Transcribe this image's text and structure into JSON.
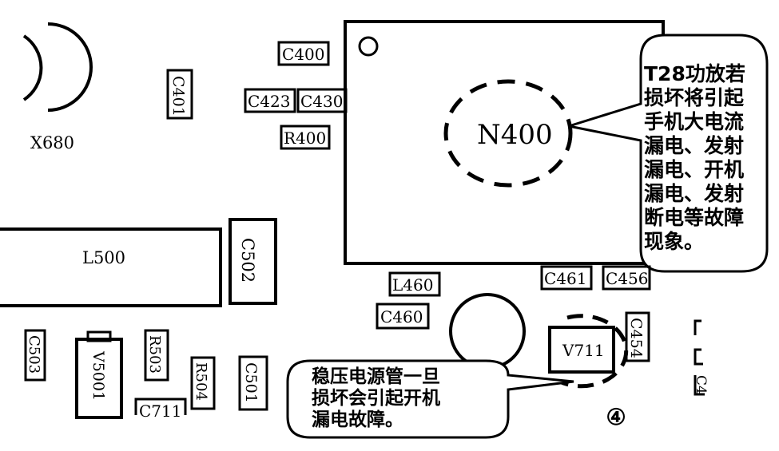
{
  "diagram": {
    "components": {
      "x680": "X680",
      "c400": "C400",
      "c401": "C401",
      "c423": "C423",
      "c430": "C430",
      "r400": "R400",
      "n400": "N400",
      "l500": "L500",
      "c502": "C502",
      "l460": "L460",
      "c461": "C461",
      "c456": "C456",
      "c460": "C460",
      "v711": "V711",
      "c454": "C454",
      "c503": "C503",
      "v5001": "V5001",
      "r503": "R503",
      "r504": "R504",
      "c501": "C501",
      "c711": "C711",
      "c4x": "C4"
    },
    "callout_pa": {
      "lines": [
        "T28功放若",
        "损坏将引起",
        "手机大电流",
        "漏电、发射",
        "漏电、开机",
        "漏电、发射",
        "断电等故障",
        "现象。"
      ]
    },
    "callout_regulator": {
      "lines": [
        "稳压电源管一旦",
        "损坏会引起开机",
        "漏电故障。"
      ]
    },
    "figure_number": "④"
  }
}
